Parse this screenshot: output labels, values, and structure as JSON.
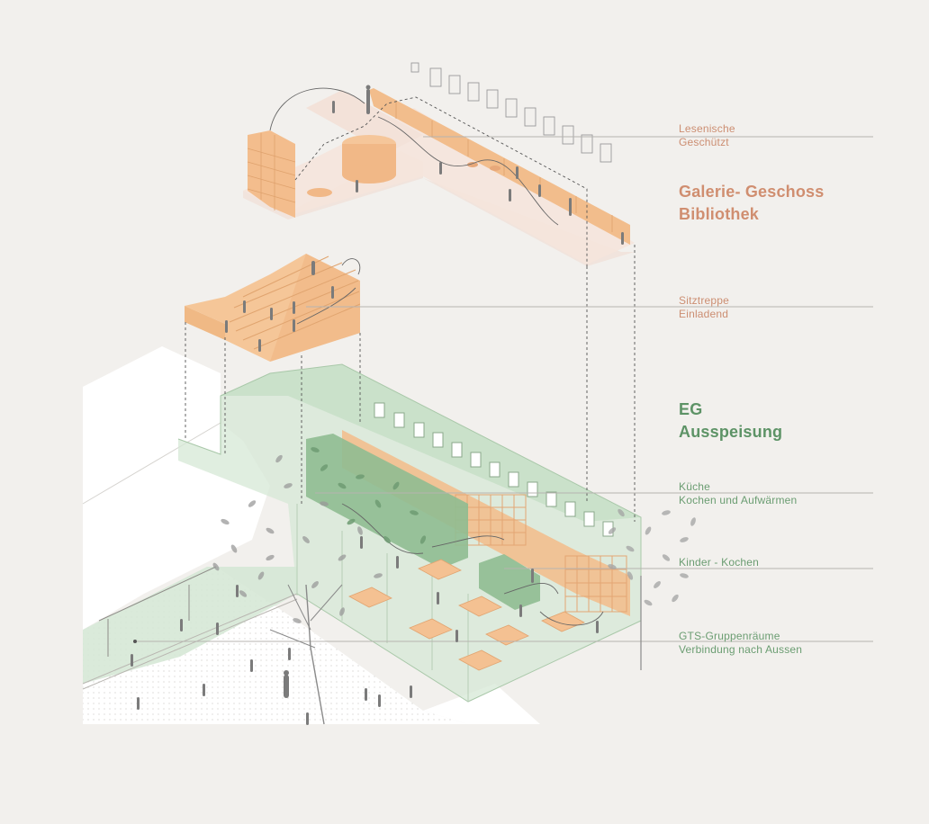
{
  "colors": {
    "background": "#f2f0ed",
    "salmon_text": "#cc8e72",
    "green_text": "#6b9d72",
    "wood": "#f3bf8f",
    "green_volume": "#cfe3cf",
    "dark_green": "#8dbb8f",
    "figure": "#7d7d7d"
  },
  "labels": {
    "lesenische_1": "Lesenische",
    "lesenische_2": "Geschützt",
    "galerie_1": "Galerie- Geschoss",
    "galerie_2": "Bibliothek",
    "sitztreppe_1": "Sitztreppe",
    "sitztreppe_2": "Einladend",
    "eg_1": "EG",
    "eg_2": "Ausspeisung",
    "kueche_1": "Küche",
    "kueche_2": "Kochen und Aufwärmen",
    "kinder": "Kinder - Kochen",
    "gts_1": "GTS-Gruppenräume",
    "gts_2": "Verbindung nach Aussen"
  }
}
